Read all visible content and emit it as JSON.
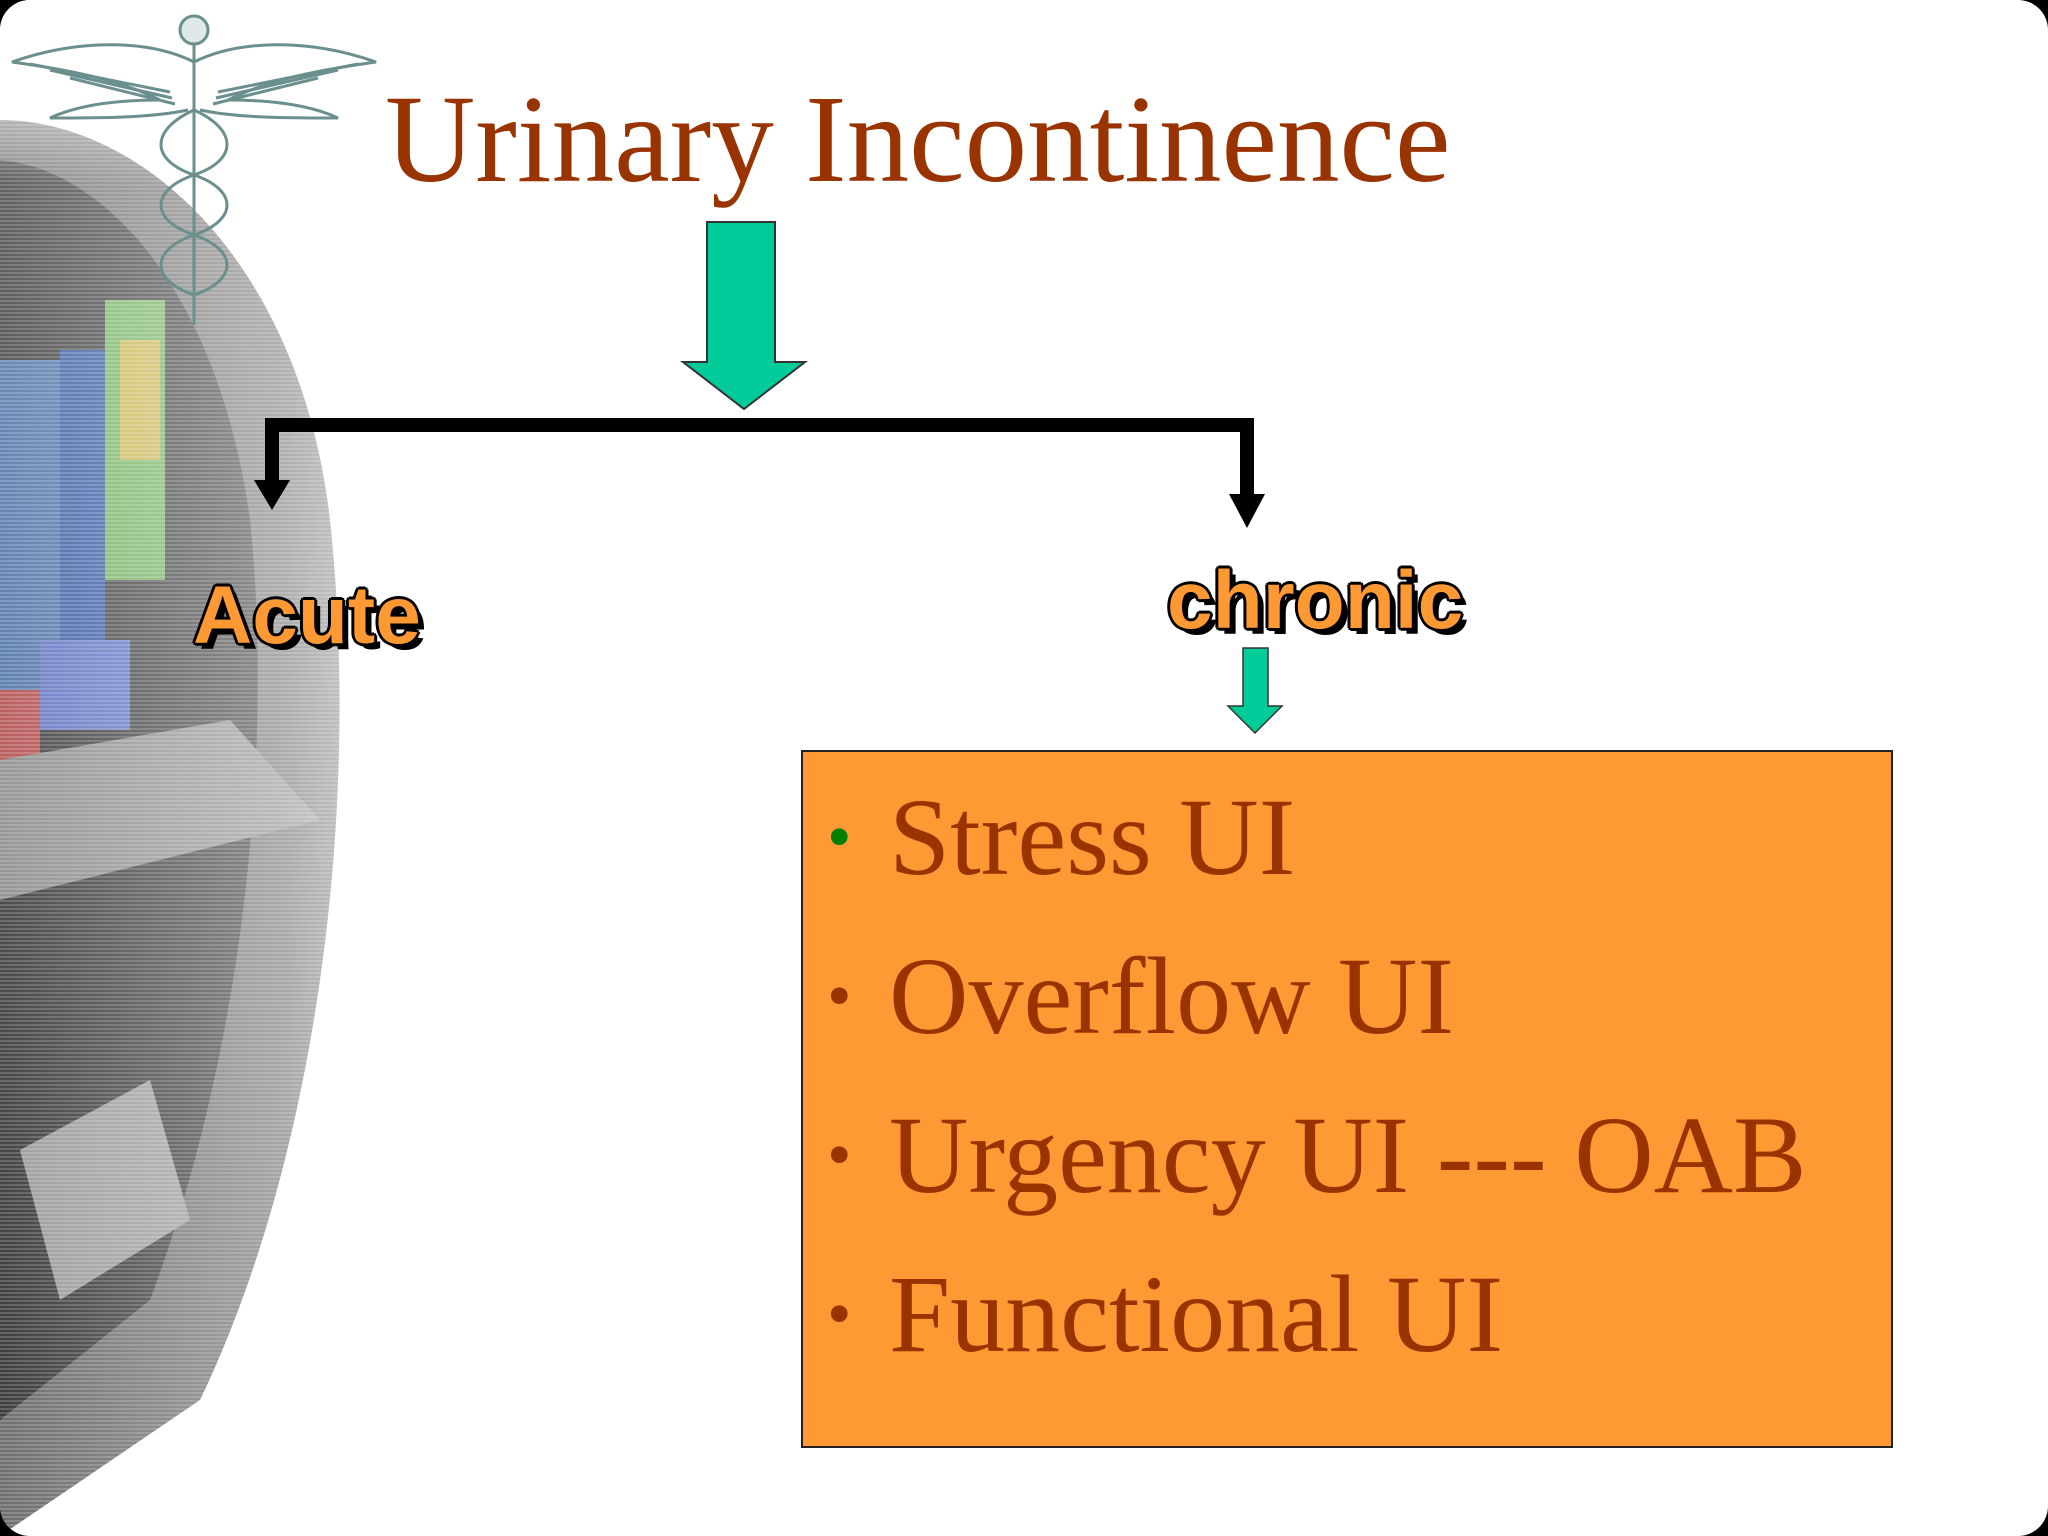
{
  "slide": {
    "title": "Urinary Incontinence",
    "branches": {
      "acute": "Acute",
      "chronic": "chronic"
    },
    "chronic_types": [
      "Stress UI",
      "Overflow UI",
      "Urgency UI --- OAB",
      "Functional UI"
    ],
    "bullet_glyph": "•"
  },
  "decor": {
    "logo": "caduceus-icon",
    "background": "medical-photo-strip"
  },
  "colors": {
    "title": "#993300",
    "label_fill": "#ff9933",
    "box_fill": "#ff9933",
    "arrow_fill": "#00cc99",
    "first_bullet": "#008000",
    "connector": "#000000"
  }
}
